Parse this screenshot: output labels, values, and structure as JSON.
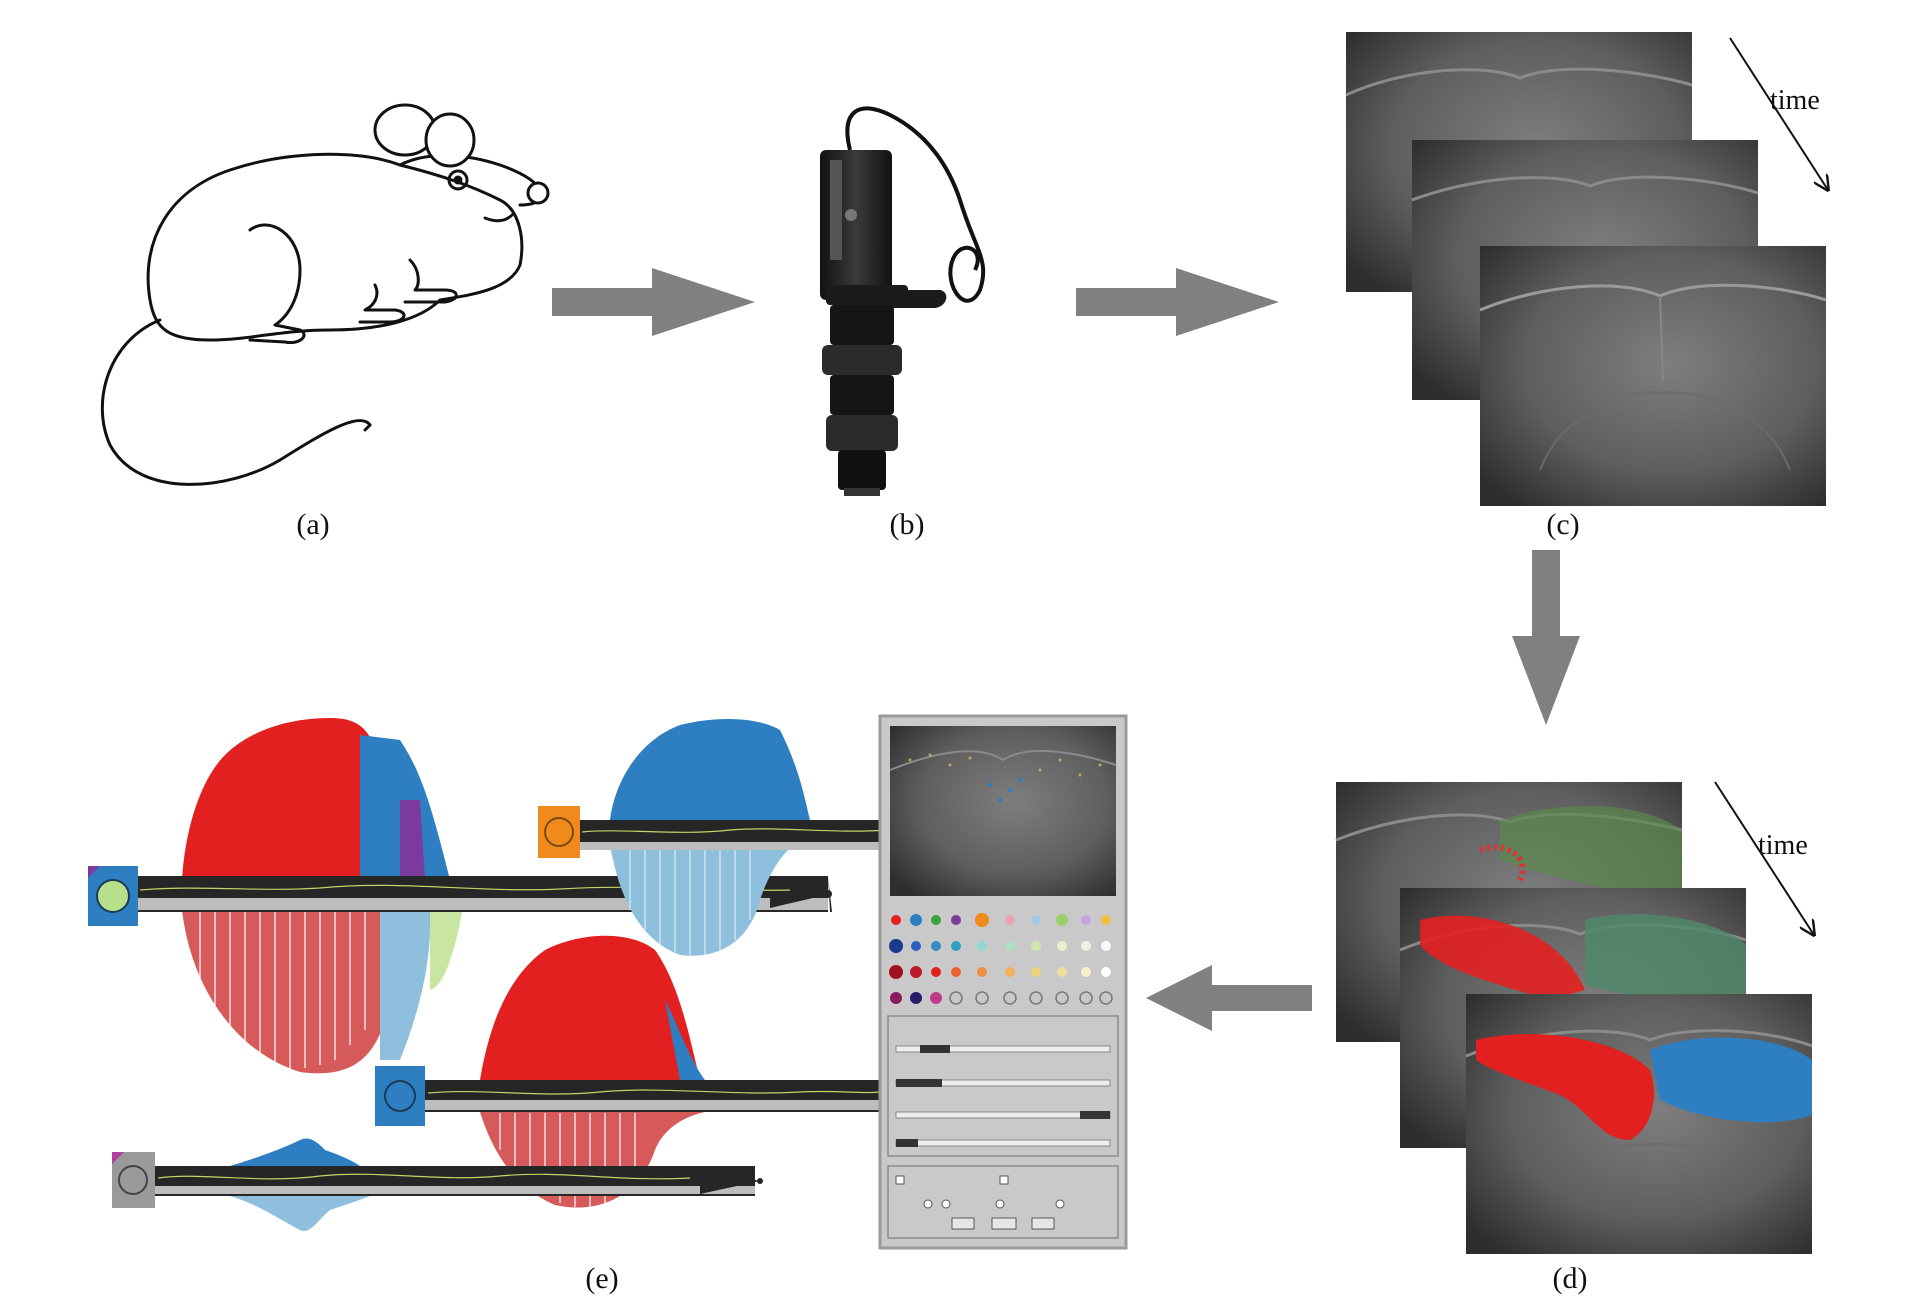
{
  "panels": {
    "a": {
      "label": "(a)"
    },
    "b": {
      "label": "(b)"
    },
    "c": {
      "label": "(c)",
      "time_label": "time"
    },
    "d": {
      "label": "(d)",
      "time_label": "time"
    },
    "e": {
      "label": "(e)"
    }
  },
  "colors": {
    "arrow": "#808080",
    "frame_dark": "#2a2a2a",
    "frame_light": "#7a7a7a",
    "red": "#e32020",
    "blue": "#2d7fc1",
    "orange": "#f08a1c",
    "light_green": "#b7e08a",
    "gray_square": "#9a9a9a",
    "dark_bar": "#262626"
  },
  "icons": {
    "mouse": "mouse-drawing-icon",
    "camera": "camera-device-icon"
  }
}
